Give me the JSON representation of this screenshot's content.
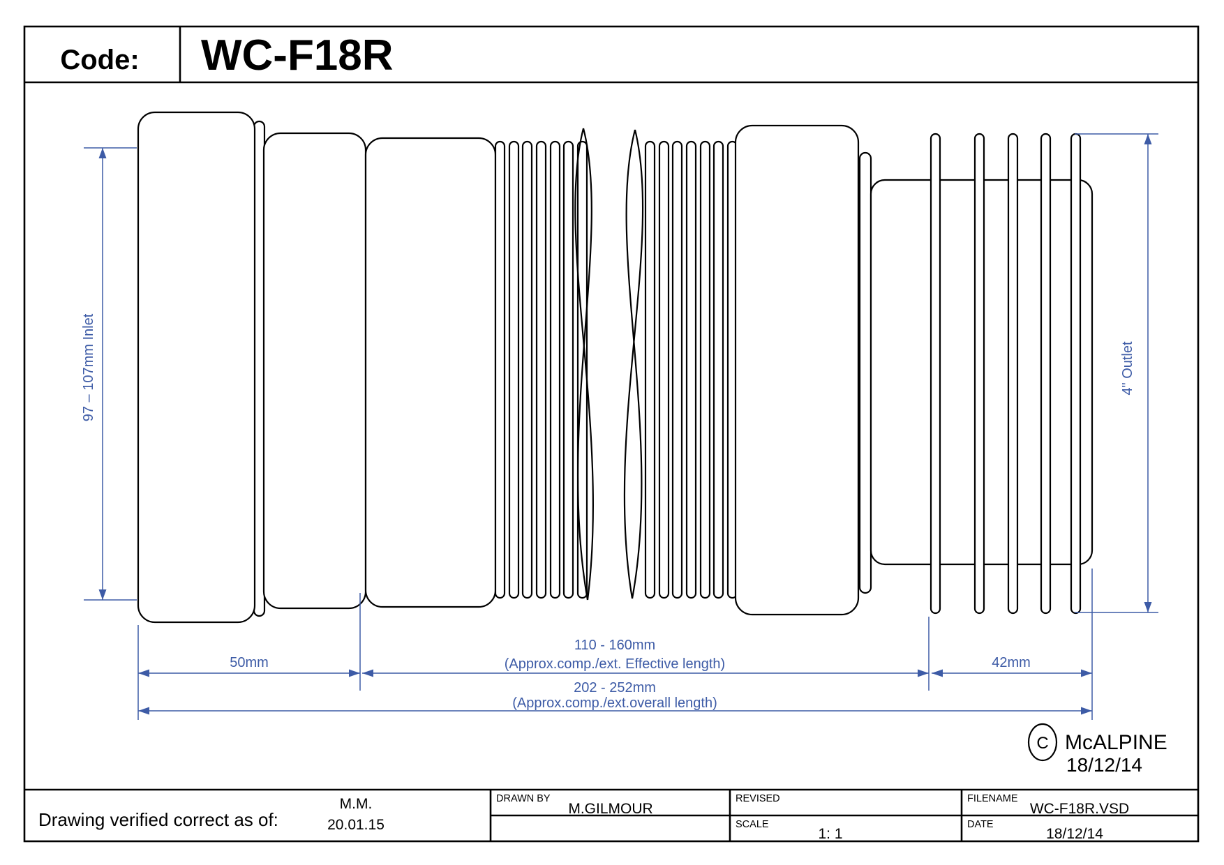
{
  "title_block": {
    "code_label": "Code:",
    "code_value": "WC-F18R"
  },
  "drawing": {
    "dimensions": {
      "inlet_diameter": "97 – 107mm Inlet",
      "outlet_diameter": "4\" Outlet",
      "inlet_length": "50mm",
      "effective_length": "110 - 160mm",
      "effective_length_note": "(Approx.comp./ext. Effective length)",
      "overall_length": "202 - 252mm",
      "overall_length_note": "(Approx.comp./ext.overall length)",
      "outlet_length": "42mm"
    },
    "copyright": {
      "symbol": "C",
      "name": "McALPINE",
      "date": "18/12/14"
    },
    "colors": {
      "dimension_blue": "#3D5BA6",
      "line_black": "#000000"
    }
  },
  "footer": {
    "verified_label": "Drawing verified  correct as of:",
    "verified_by": "M.M.",
    "verified_date": "20.01.15",
    "drawn_by": {
      "label": "DRAWN BY",
      "value": "M.GILMOUR"
    },
    "revised": {
      "label": "REVISED"
    },
    "scale": {
      "label": "SCALE",
      "value": "1: 1"
    },
    "filename": {
      "label": "FILENAME",
      "value": "WC-F18R.VSD"
    },
    "date": {
      "label": "DATE",
      "value": "18/12/14"
    }
  }
}
